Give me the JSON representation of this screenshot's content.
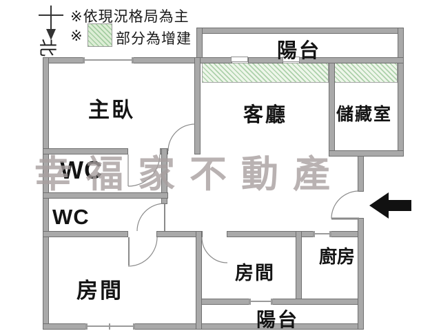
{
  "meta": {
    "type": "real-estate-floor-plan"
  },
  "legend": {
    "note1": "※依現況格局為主",
    "note2_marker": "※",
    "note2_text": "部分為增建"
  },
  "north_label": "北",
  "watermark": "幸福家不動產",
  "rooms": {
    "balcony_top": "陽台",
    "master_bedroom": "主臥",
    "living_room": "客廳",
    "storage": "儲藏室",
    "wc_upper": "WC",
    "wc_lower": "WC",
    "bedroom_left": "房間",
    "bedroom_middle": "房間",
    "kitchen": "廚房",
    "balcony_bottom": "陽台"
  },
  "colors": {
    "wall": "#a9a9a9",
    "wall_edge": "#6f6f6f",
    "hatch_green": "#76b276",
    "watermark_gray": "#a8a0a0",
    "entrance_arrow": "#111111"
  }
}
